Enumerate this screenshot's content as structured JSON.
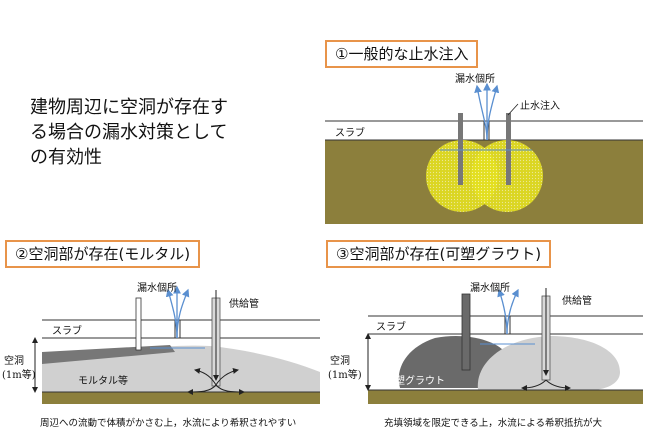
{
  "intro": {
    "line1": "建物周辺に空洞が存在す",
    "line2": "る場合の漏水対策として",
    "line3": "の有効性"
  },
  "panel1": {
    "title": "①一般的な止水注入",
    "leak_label": "漏水個所",
    "injection_label": "止水注入",
    "slab_label": "スラブ"
  },
  "panel2": {
    "title": "②空洞部が存在(モルタル)",
    "leak_label": "漏水個所",
    "pipe_label": "供給管",
    "slab_label": "スラブ",
    "cavity_label_1": "空洞",
    "cavity_label_2": "(1m等)",
    "material_label": "モルタル等",
    "caption": "周辺への流動で体積がかさむ上，水流により希釈されやすい"
  },
  "panel3": {
    "title": "③空洞部が存在(可塑グラウト)",
    "leak_label": "漏水個所",
    "pipe_label": "供給管",
    "slab_label": "スラブ",
    "cavity_label_1": "空洞",
    "cavity_label_2": "(1m等)",
    "material_label": "可塑グラウト",
    "caption": "充填領域を限定できる上，水流による希釈抵抗が大"
  },
  "colors": {
    "soil": "#8c7f3c",
    "title_border": "#e8944a",
    "grout_yellow": "#e4e020",
    "flow_arrow": "#5a8fd0",
    "mortar_gray": "#c8c8c8",
    "dark_gray": "#707070"
  }
}
